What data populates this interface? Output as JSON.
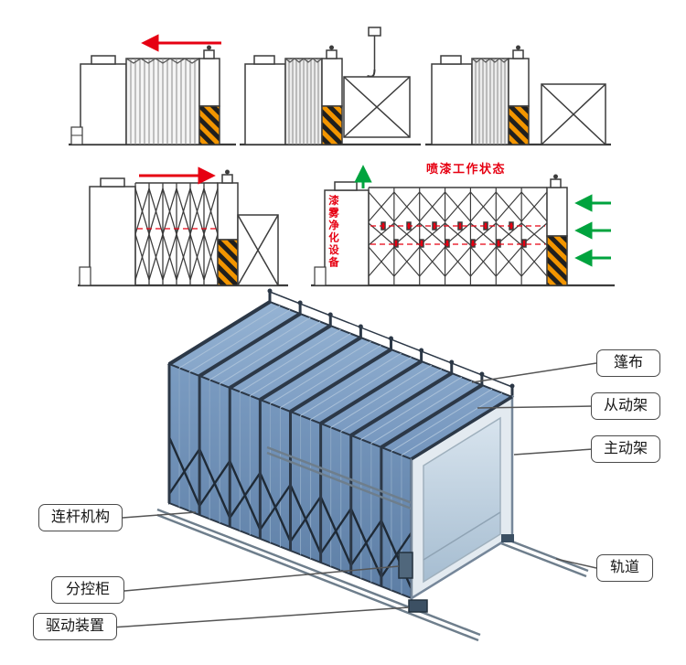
{
  "colors": {
    "accent_red": "#e60012",
    "accent_green": "#00a33e",
    "hazard_orange": "#f29500",
    "fabric_blue": "#7b9cc2"
  },
  "annotations": {
    "working_state": "喷漆工作状态",
    "purifier_vertical": "漆雾净化设备"
  },
  "parts": [
    {
      "key": "pengbu",
      "label": "篷布"
    },
    {
      "key": "congdongjia",
      "label": "从动架"
    },
    {
      "key": "zhudongjia",
      "label": "主动架"
    },
    {
      "key": "guidao",
      "label": "轨道"
    },
    {
      "key": "liangan",
      "label": "连杆机构"
    },
    {
      "key": "fenkong",
      "label": "分控柜"
    },
    {
      "key": "qudong",
      "label": "驱动装置"
    }
  ]
}
